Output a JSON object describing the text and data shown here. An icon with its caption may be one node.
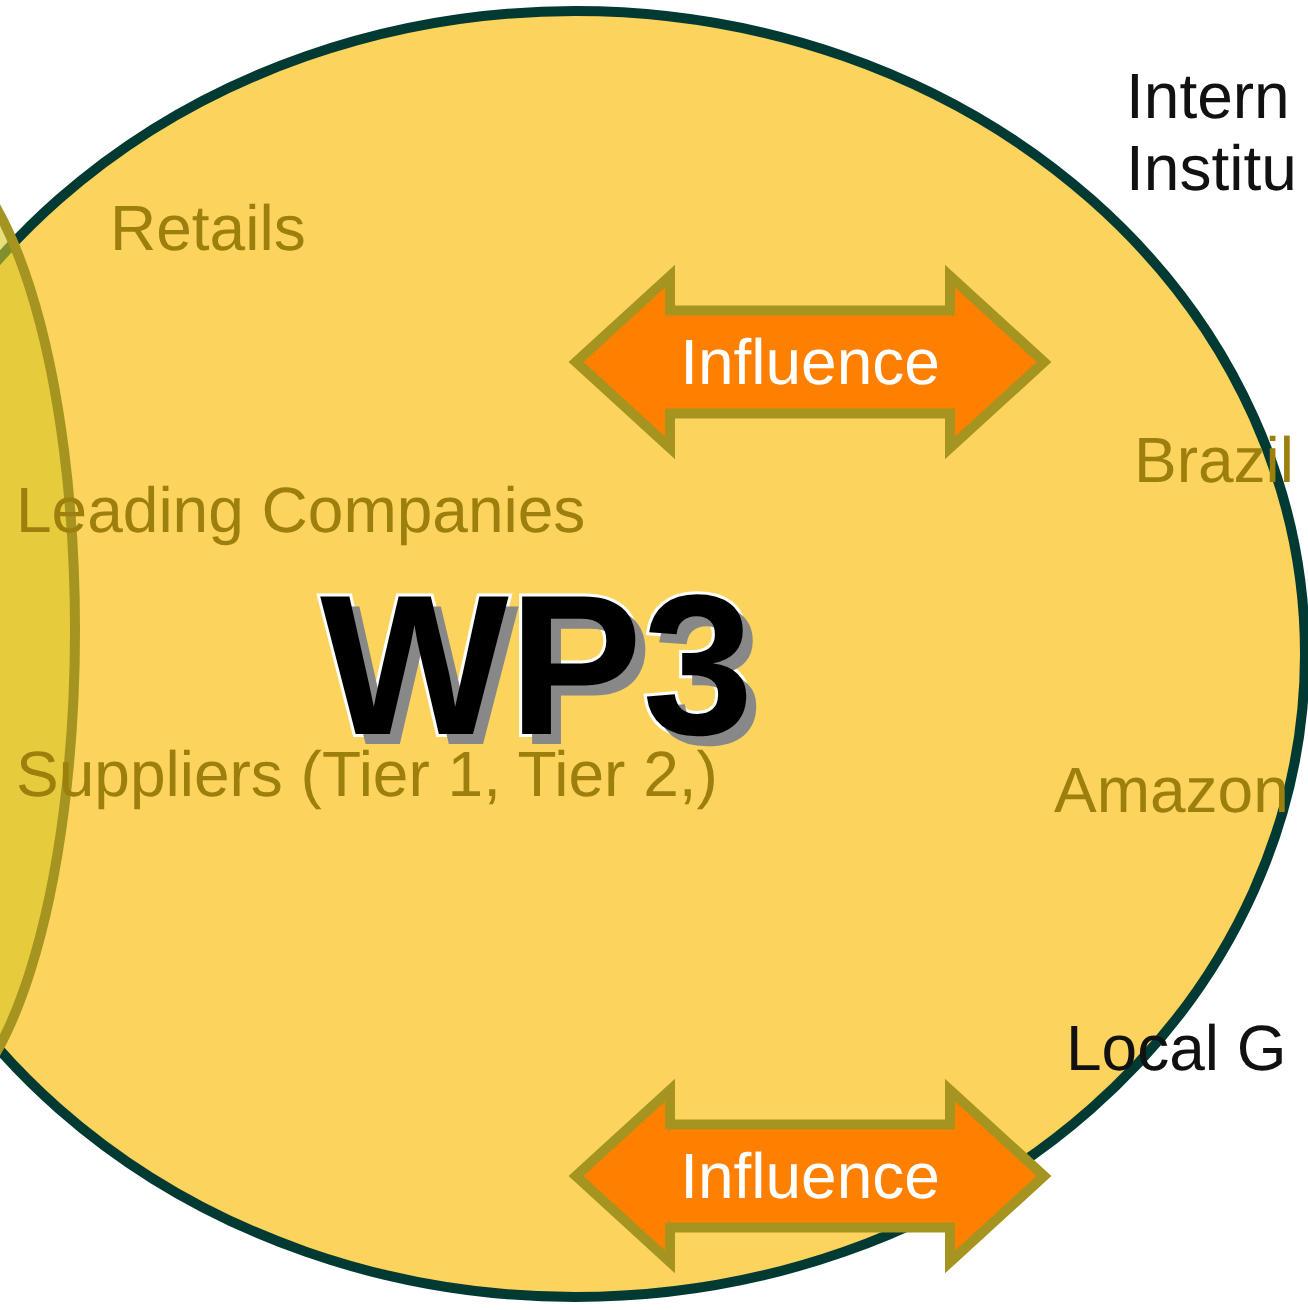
{
  "diagram": {
    "nodes": [
      {
        "text": [
          "WP3"
        ]
      },
      {
        "text": [],
        "shape": "circle"
      },
      {
        "text": [
          "Influence"
        ],
        "in": 0
      },
      {
        "text": [
          "Influence"
        ],
        "in": 0
      }
    ],
    "labels": [
      "Intern Institu",
      "Retails",
      "Brazil",
      "Leading Companies",
      "Suppliers (Tier 1, Tier 2,)",
      "Amazon",
      "Local G"
    ]
  }
}
